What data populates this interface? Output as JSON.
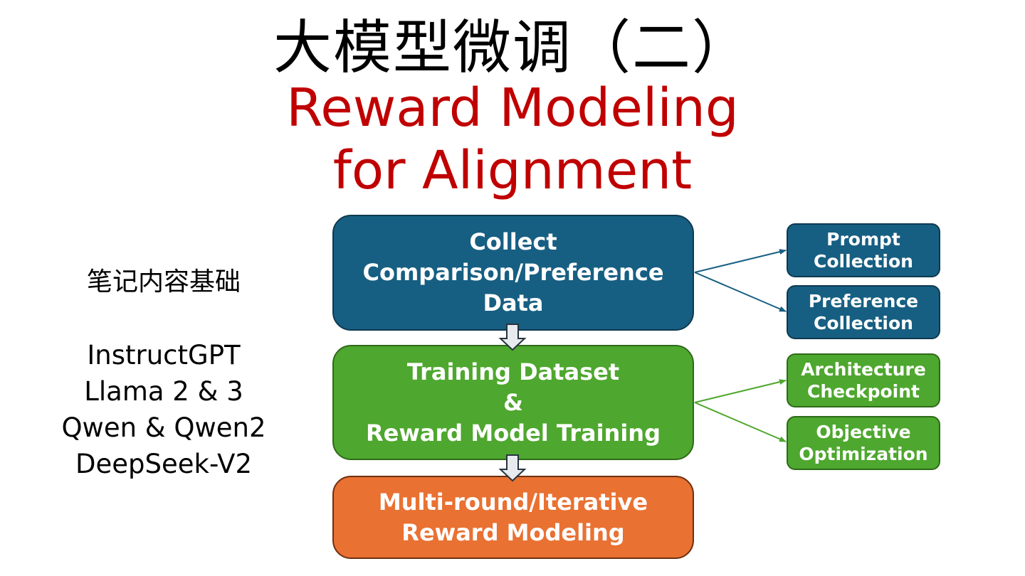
{
  "title": {
    "chinese": "大模型微调（二）",
    "english_line1": "Reward Modeling",
    "english_line2": "for Alignment"
  },
  "side_notes": {
    "heading": "笔记内容基础",
    "models": [
      "InstructGPT",
      "Llama 2 & 3",
      "Qwen & Qwen2",
      "DeepSeek-V2"
    ]
  },
  "flow": {
    "steps": [
      {
        "lines": [
          "Collect",
          "Comparison/Preference",
          "Data"
        ],
        "color": "#175f82"
      },
      {
        "lines": [
          "Training Dataset",
          "&",
          "Reward Model Training"
        ],
        "color": "#4ea72e"
      },
      {
        "lines": [
          "Multi-round/Iterative",
          "Reward Modeling"
        ],
        "color": "#e97132"
      }
    ],
    "branches": {
      "collect": [
        {
          "lines": [
            "Prompt",
            "Collection"
          ]
        },
        {
          "lines": [
            "Preference",
            "Collection"
          ]
        }
      ],
      "training": [
        {
          "lines": [
            "Architecture",
            "Checkpoint"
          ]
        },
        {
          "lines": [
            "Objective",
            "Optimization"
          ]
        }
      ]
    }
  },
  "colors": {
    "title_red": "#c00000",
    "blue": "#175f82",
    "green": "#4ea72e",
    "orange": "#e97132",
    "arrow_fill": "#e7ebef"
  }
}
